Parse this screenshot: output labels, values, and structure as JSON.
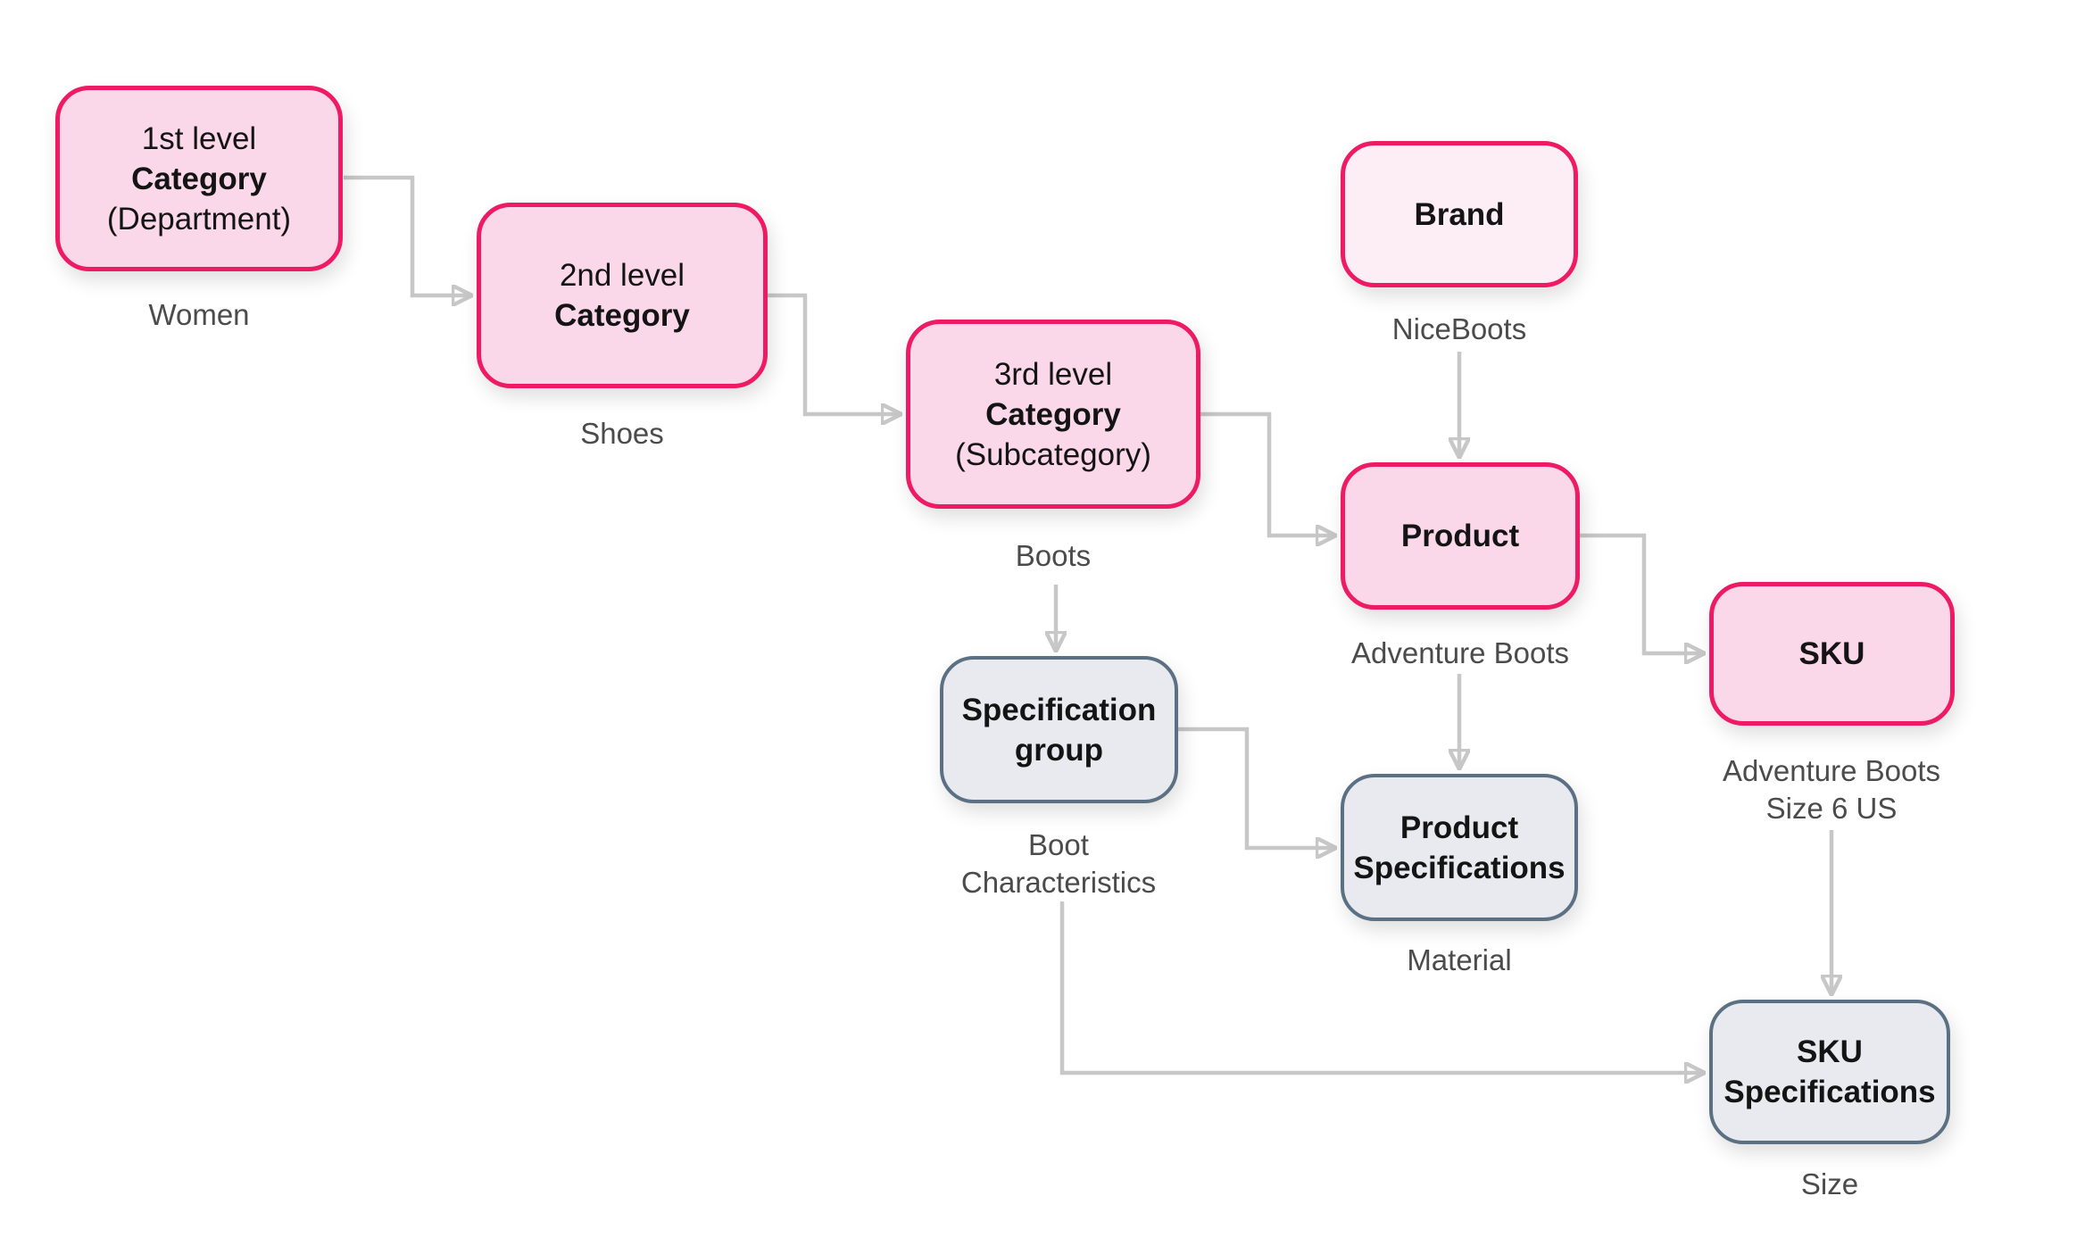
{
  "nodes": {
    "cat1": {
      "line1": "1st level",
      "line2": "Category",
      "line3": "(Department)",
      "example": "Women"
    },
    "cat2": {
      "line1": "2nd level",
      "line2": "Category",
      "example": "Shoes"
    },
    "cat3": {
      "line1": "3rd level",
      "line2": "Category",
      "line3": "(Subcategory)",
      "example": "Boots"
    },
    "brand": {
      "line1": "Brand",
      "example": "NiceBoots"
    },
    "product": {
      "line1": "Product",
      "example": "Adventure Boots"
    },
    "sku": {
      "line1": "SKU",
      "example_line1": "Adventure Boots",
      "example_line2": "Size 6 US"
    },
    "spec_group": {
      "line1": "Specification",
      "line2": "group",
      "example_line1": "Boot",
      "example_line2": "Characteristics"
    },
    "product_specs": {
      "line1": "Product",
      "line2": "Specifications",
      "example": "Material"
    },
    "sku_specs": {
      "line1": "SKU",
      "line2": "Specifications",
      "example": "Size"
    }
  },
  "colors": {
    "pink_border": "#EE1A63",
    "pink_fill": "#FBD8E9",
    "brand_fill": "#FDEDF4",
    "slate_border": "#5B7183",
    "slate_fill": "#E8EAEF",
    "connector": "#C7C7C7",
    "arrowhead": "#C2C2C2",
    "label_text": "#4B4B4B",
    "node_text": "#141414"
  }
}
